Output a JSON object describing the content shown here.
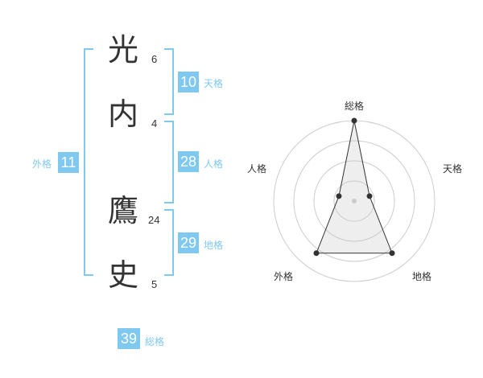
{
  "name": {
    "chars": [
      {
        "char": "光",
        "strokes": "6"
      },
      {
        "char": "内",
        "strokes": "4"
      },
      {
        "char": "鷹",
        "strokes": "24"
      },
      {
        "char": "史",
        "strokes": "5"
      }
    ]
  },
  "scores": {
    "tenkaku": {
      "value": "10",
      "label": "天格"
    },
    "jinkaku": {
      "value": "28",
      "label": "人格"
    },
    "chikaku": {
      "value": "29",
      "label": "地格"
    },
    "gaikaku": {
      "value": "11",
      "label": "外格"
    },
    "soukaku": {
      "value": "39",
      "label": "総格"
    }
  },
  "colors": {
    "accent": "#7fc8f0",
    "text": "#333333"
  },
  "chart_data": {
    "type": "radar",
    "axes": [
      "総格",
      "天格",
      "地格",
      "外格",
      "人格"
    ],
    "values": [
      5,
      1,
      4,
      4,
      1
    ],
    "range": [
      0,
      5
    ],
    "rings": 4
  }
}
